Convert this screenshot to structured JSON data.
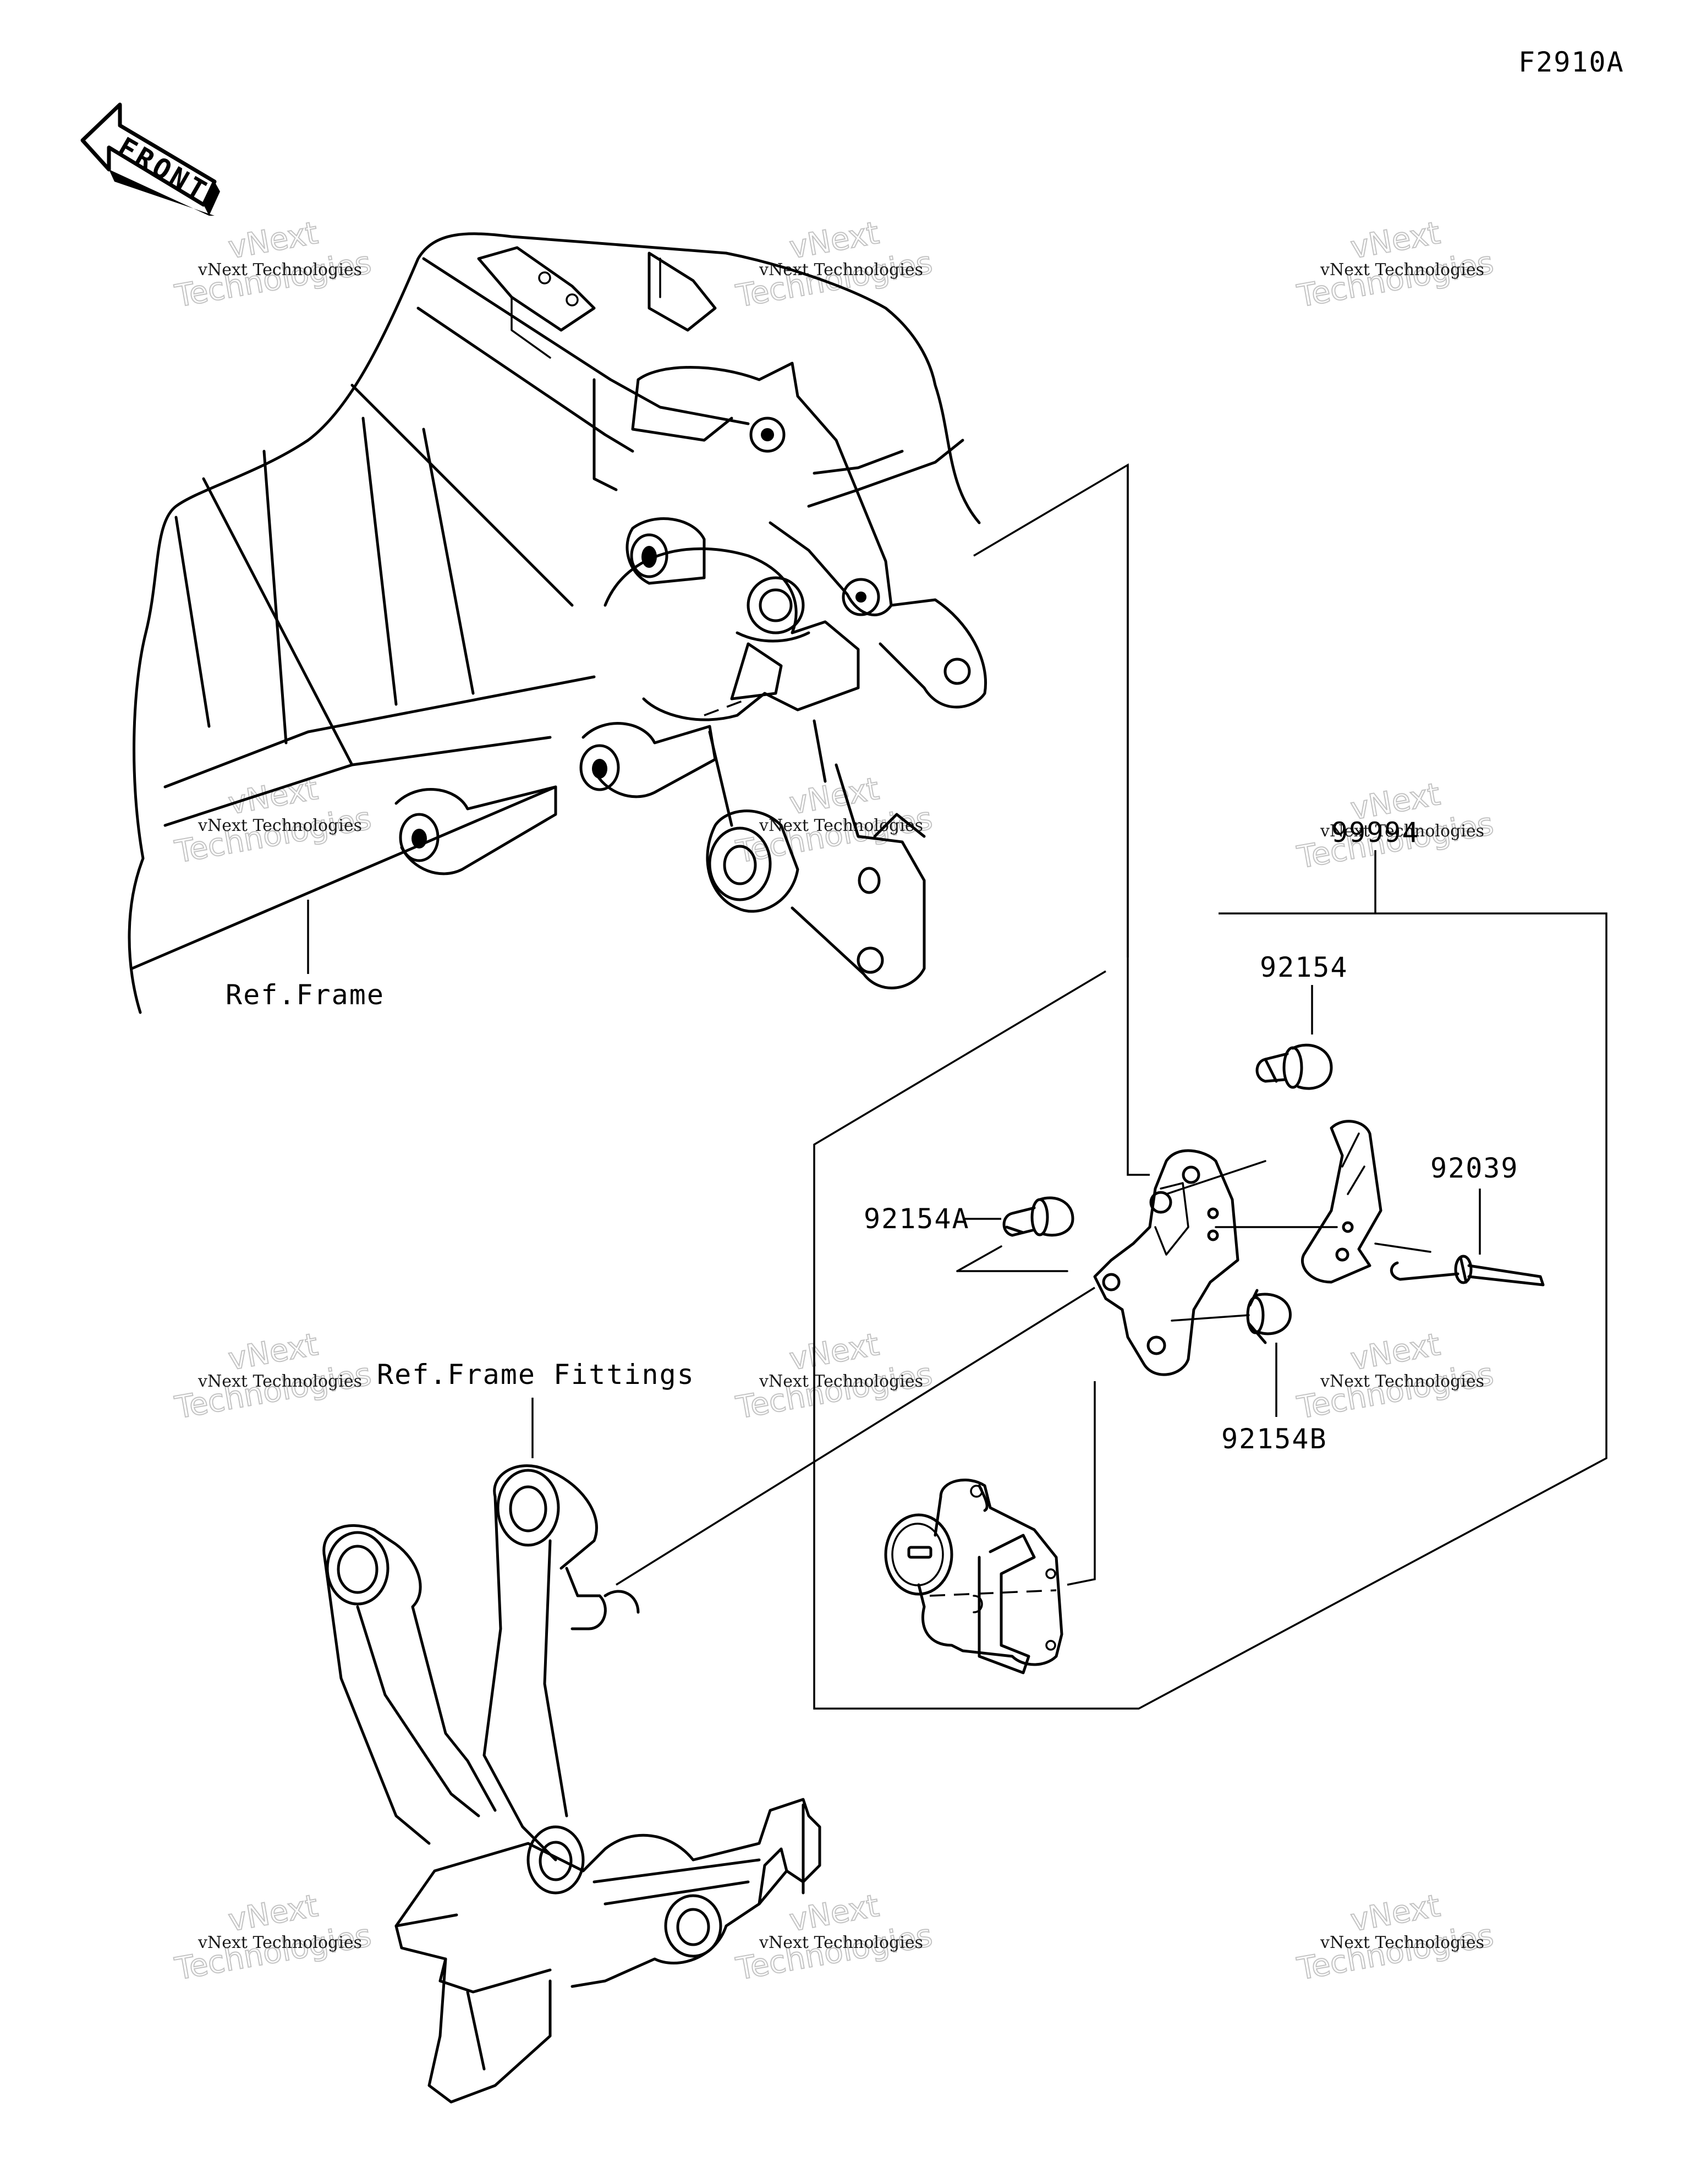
{
  "diagram_code": "F2910A",
  "front_label": "FRONT",
  "labels": {
    "ref_frame": "Ref.Frame",
    "ref_frame_fittings": "Ref.Frame Fittings",
    "kit": "99994",
    "bolt_a": "92154",
    "bolt_b": "92154A",
    "bolt_c": "92154B",
    "rivet": "92039"
  },
  "watermark": {
    "line1": "vNext Technologies",
    "line2": "Technologies",
    "script": "vNext"
  }
}
